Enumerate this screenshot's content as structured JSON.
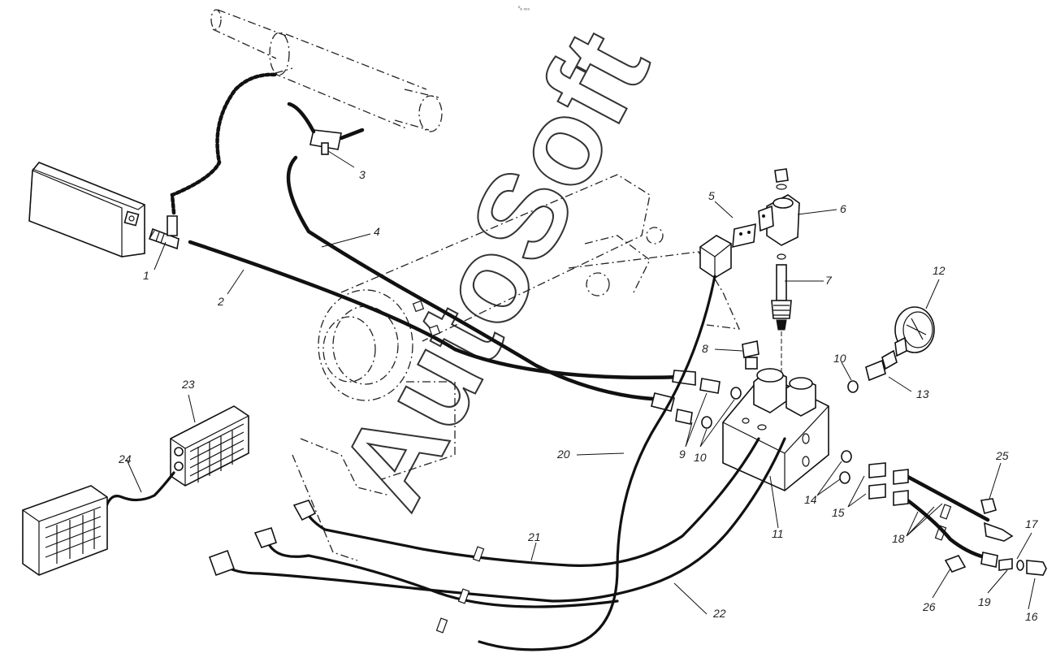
{
  "header_code": "⁰₆ ₀₀₀",
  "watermark": "AutoSoft",
  "callouts": [
    {
      "id": "c1",
      "text": "1"
    },
    {
      "id": "c2",
      "text": "2"
    },
    {
      "id": "c3",
      "text": "3"
    },
    {
      "id": "c4",
      "text": "4"
    },
    {
      "id": "c5",
      "text": "5"
    },
    {
      "id": "c6",
      "text": "6"
    },
    {
      "id": "c7",
      "text": "7"
    },
    {
      "id": "c8",
      "text": "8"
    },
    {
      "id": "c9",
      "text": "9"
    },
    {
      "id": "c10a",
      "text": "10"
    },
    {
      "id": "c10b",
      "text": "10"
    },
    {
      "id": "c11",
      "text": "11"
    },
    {
      "id": "c12",
      "text": "12"
    },
    {
      "id": "c13",
      "text": "13"
    },
    {
      "id": "c14",
      "text": "14"
    },
    {
      "id": "c15",
      "text": "15"
    },
    {
      "id": "c16",
      "text": "16"
    },
    {
      "id": "c17",
      "text": "17"
    },
    {
      "id": "c18",
      "text": "18"
    },
    {
      "id": "c19",
      "text": "19"
    },
    {
      "id": "c20",
      "text": "20"
    },
    {
      "id": "c21",
      "text": "21"
    },
    {
      "id": "c22",
      "text": "22"
    },
    {
      "id": "c23",
      "text": "23"
    },
    {
      "id": "c24",
      "text": "24"
    },
    {
      "id": "c25",
      "text": "25"
    },
    {
      "id": "c26",
      "text": "26"
    }
  ]
}
